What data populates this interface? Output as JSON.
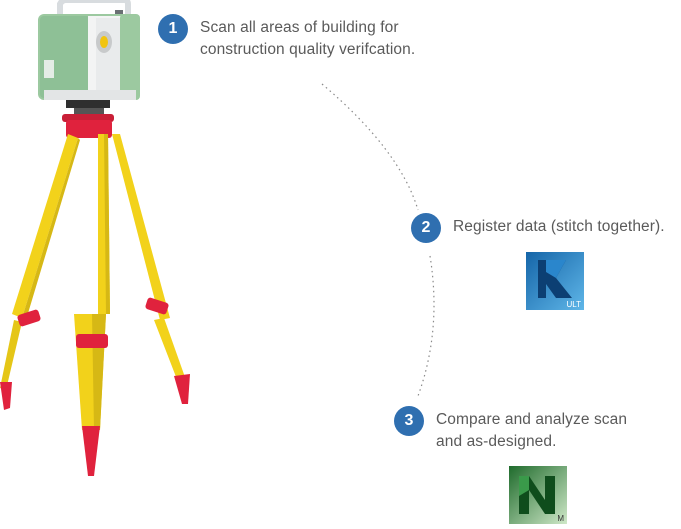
{
  "steps": [
    {
      "number": "1",
      "text_line1": "Scan all areas of building for",
      "text_line2": "construction quality verifcation."
    },
    {
      "number": "2",
      "text_line1": "Register data (stitch together)."
    },
    {
      "number": "3",
      "text_line1": "Compare and analyze scan",
      "text_line2": "and as-designed."
    }
  ],
  "icons": {
    "recap": {
      "name": "autodesk-recap-ultimate-icon",
      "tag": "ULT",
      "color": "#1e73b8"
    },
    "navisworks": {
      "name": "autodesk-navisworks-manage-icon",
      "tag": "M",
      "color": "#2d7d3a"
    }
  },
  "colors": {
    "badge": "#2f6fb0",
    "text": "#5a5a5a",
    "tripod_leg": "#f2d21b",
    "tripod_accent": "#e0223d",
    "scanner_body": "#9cc9a0"
  }
}
